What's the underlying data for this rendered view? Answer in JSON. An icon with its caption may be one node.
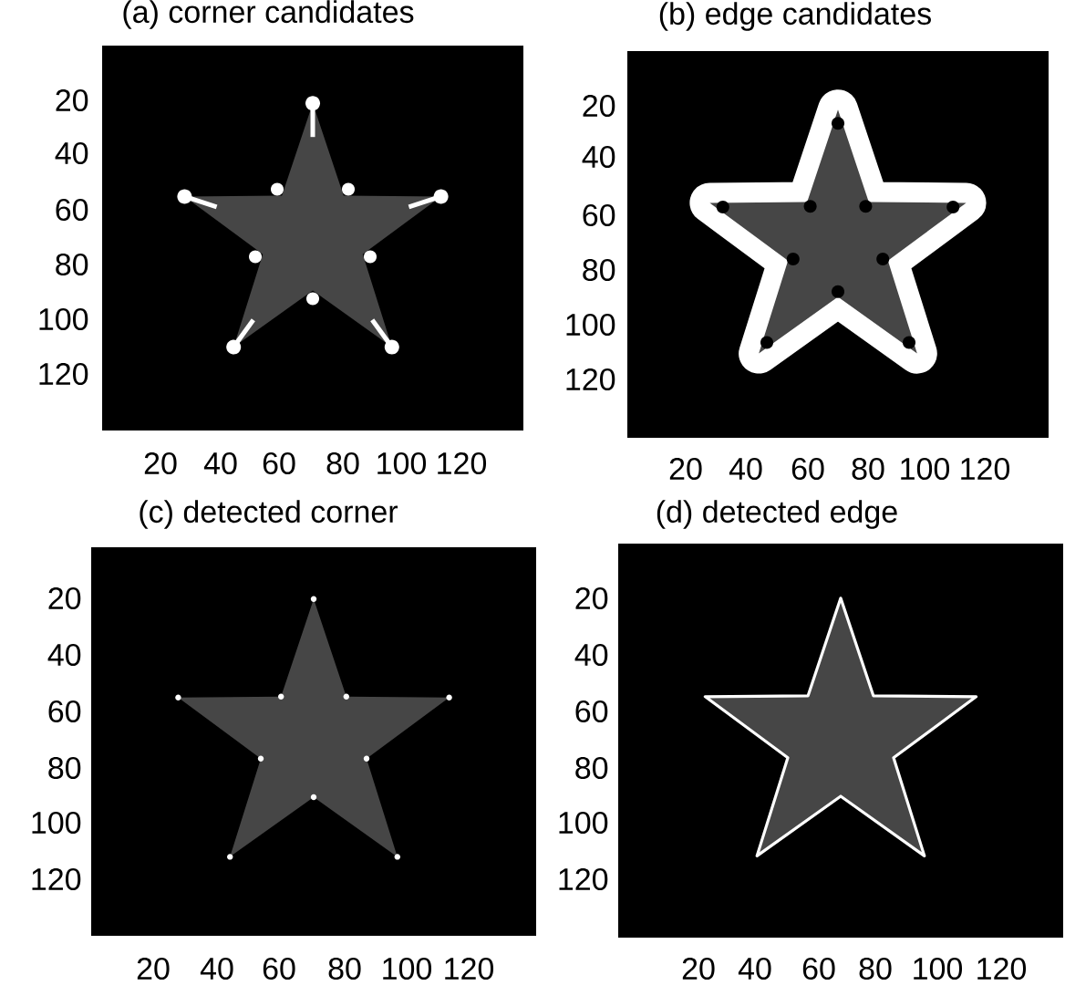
{
  "diagram": {
    "nodes": [
      {
        "text": [
          "(a) corner candidates"
        ]
      },
      {
        "text": [
          "(b) edge candidates"
        ]
      },
      {
        "text": [
          "(c) detected corner"
        ]
      },
      {
        "text": [
          "(d) detected edge"
        ]
      }
    ],
    "labels": [
      "20",
      "40",
      "60",
      "80",
      "100",
      "120",
      "20",
      "40",
      "60",
      "80",
      "100",
      "120",
      "20",
      "40",
      "60",
      "80",
      "100",
      "120",
      "20",
      "40",
      "60",
      "80",
      "100",
      "120",
      "20",
      "40",
      "60",
      "80",
      "100",
      "120",
      "20",
      "40",
      "60",
      "80",
      "100",
      "120",
      "20",
      "40",
      "60",
      "80",
      "100",
      "120",
      "20",
      "40",
      "60",
      "80",
      "100",
      "120"
    ]
  }
}
